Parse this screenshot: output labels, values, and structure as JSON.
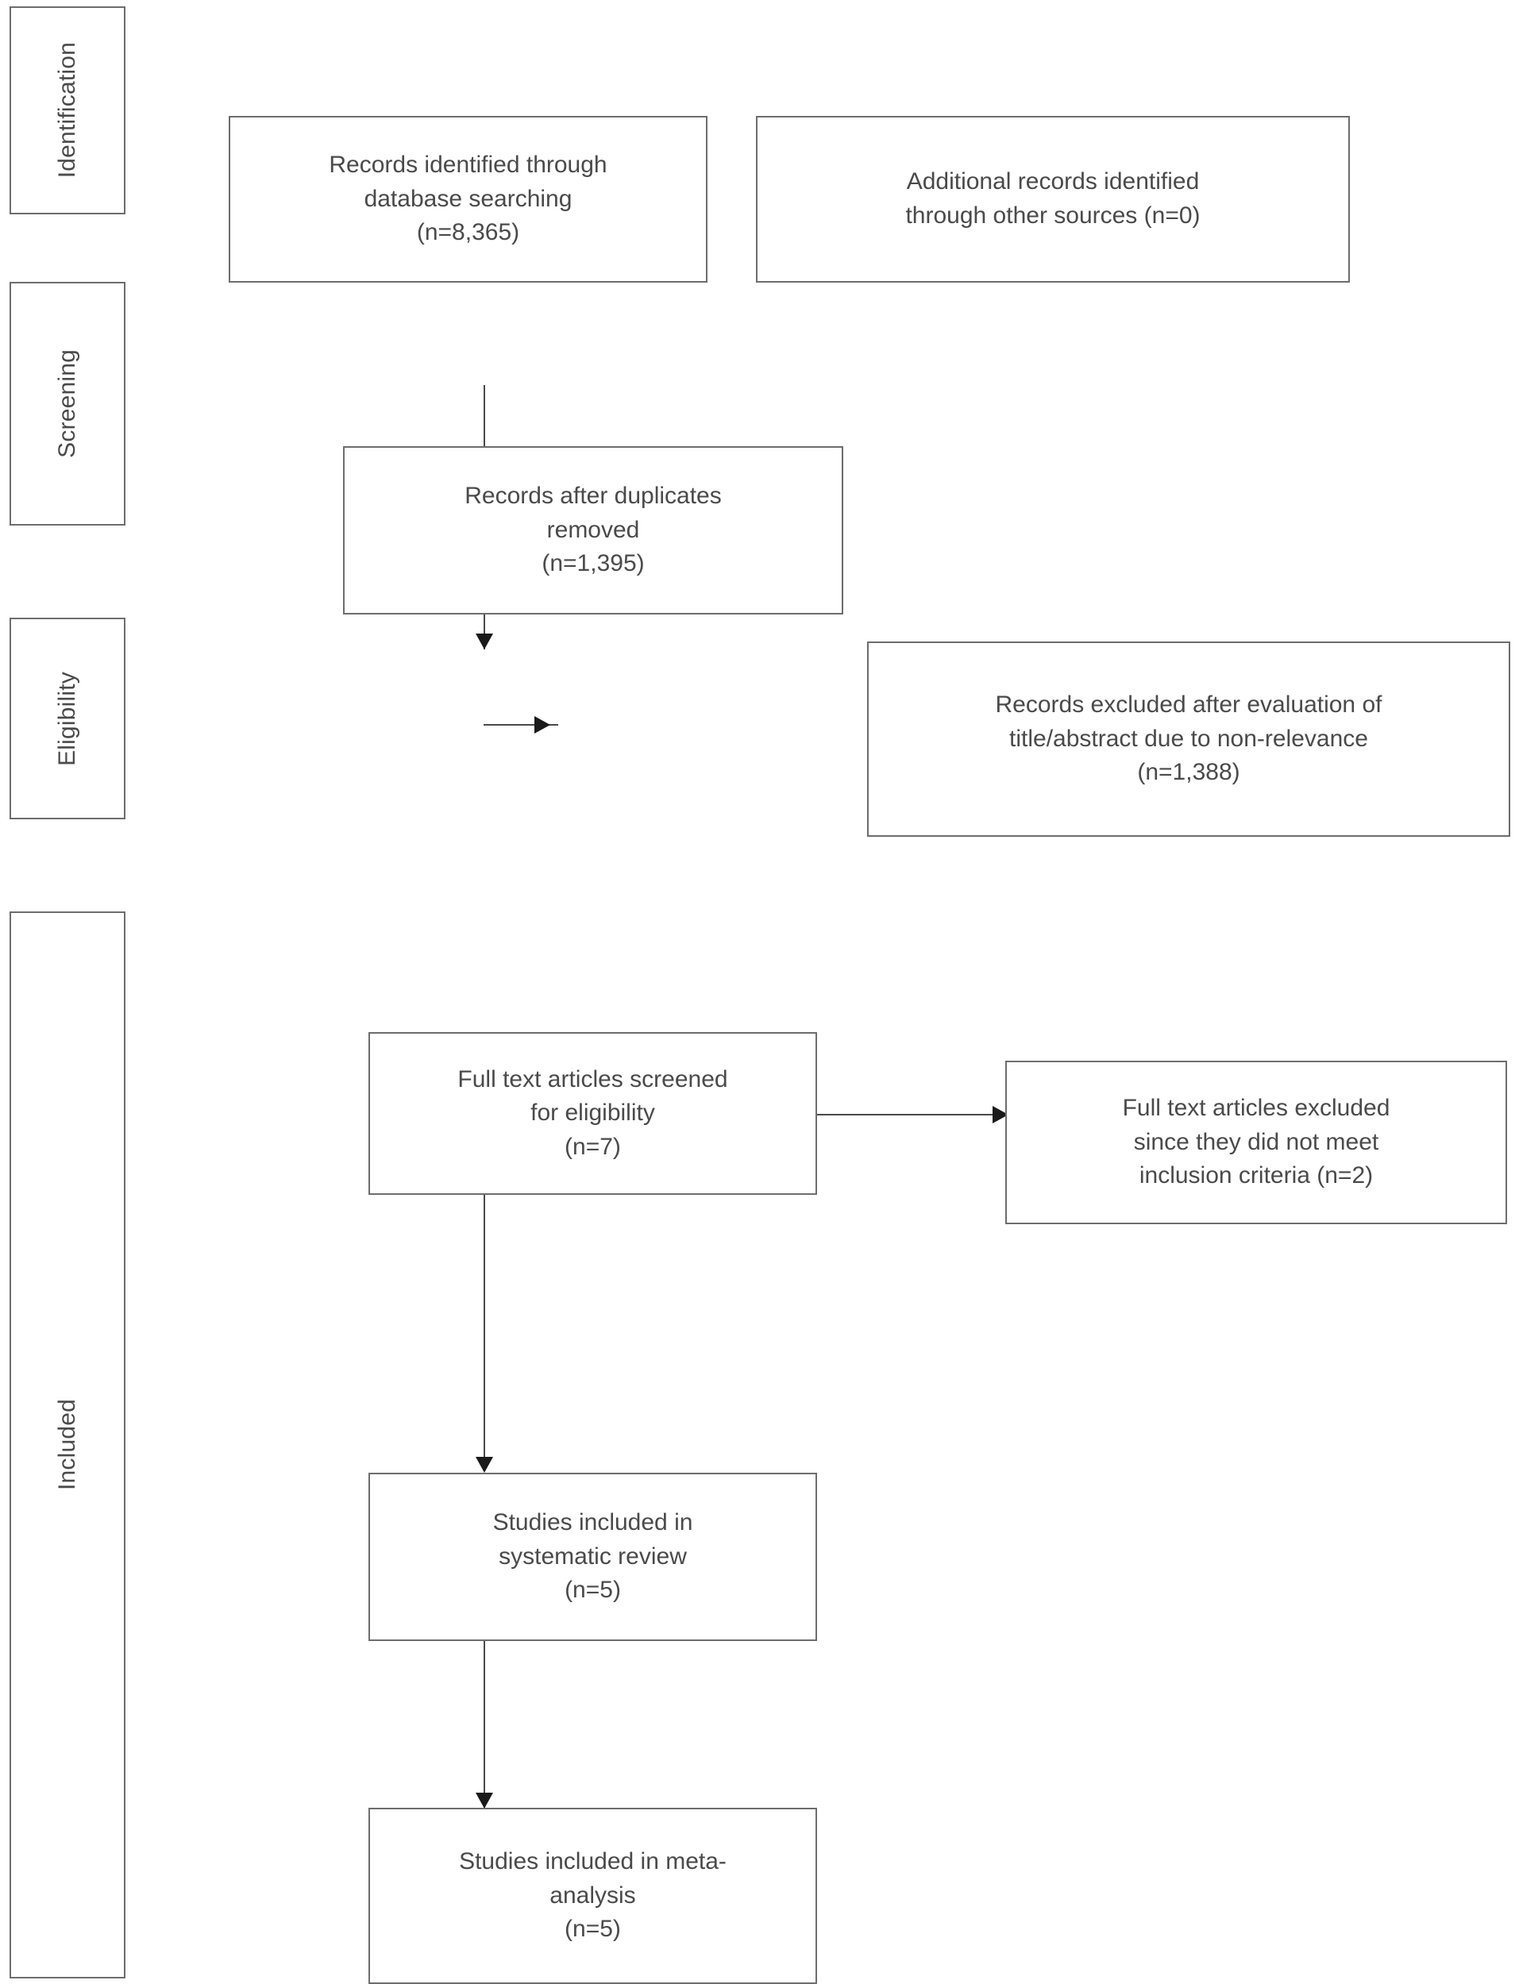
{
  "diagram": {
    "type": "prisma-flow-diagram",
    "title": "PRISMA study selection flow diagram",
    "line_color": "#6d6d6d",
    "text_color": "#4a4a4a",
    "arrow_color": "#1a1a1a",
    "background": "#ffffff"
  },
  "stages": [
    {
      "id": "identification",
      "label": "Identification"
    },
    {
      "id": "screening",
      "label": "Screening"
    },
    {
      "id": "eligibility",
      "label": "Eligibility"
    },
    {
      "id": "included",
      "label": "Included"
    }
  ],
  "nodes": {
    "database_records": {
      "text": "Records identified through\ndatabase searching\n(n=8,365)",
      "count": 8365,
      "stage": "identification"
    },
    "other_records": {
      "text": "Additional records identified\nthrough other sources (n=0)",
      "count": 0,
      "stage": "identification"
    },
    "after_duplicates": {
      "text": "Records after duplicates\nremoved\n(n=1,395)",
      "count": 1395,
      "stage": "screening"
    },
    "records_excluded": {
      "text": "Records excluded after evaluation of\ntitle/abstract due to non-relevance\n(n=1,388)",
      "count": 1388,
      "stage": "screening"
    },
    "fulltext_screened": {
      "text": "Full text articles screened\nfor eligibility\n(n=7)",
      "count": 7,
      "stage": "eligibility"
    },
    "fulltext_excluded": {
      "text": "Full text articles excluded\nsince they did not meet\ninclusion criteria (n=2)",
      "count": 2,
      "stage": "eligibility"
    },
    "systematic_review": {
      "text": "Studies included in\nsystematic review\n(n=5)",
      "count": 5,
      "stage": "included"
    },
    "meta_analysis": {
      "text": "Studies included in meta-\nanalysis\n(n=5)",
      "count": 5,
      "stage": "included"
    }
  },
  "chart_data": {
    "type": "diagram",
    "title": "PRISMA flow of information through the phases of the systematic review",
    "stages": [
      "Identification",
      "Screening",
      "Eligibility",
      "Included"
    ],
    "nodes": [
      {
        "id": "database_records",
        "stage": "Identification",
        "label": "Records identified through database searching",
        "n": 8365
      },
      {
        "id": "other_records",
        "stage": "Identification",
        "label": "Additional records identified through other sources",
        "n": 0
      },
      {
        "id": "after_duplicates",
        "stage": "Screening",
        "label": "Records after duplicates removed",
        "n": 1395
      },
      {
        "id": "records_excluded",
        "stage": "Screening",
        "label": "Records excluded after evaluation of title/abstract due to non-relevance",
        "n": 1388
      },
      {
        "id": "fulltext_screened",
        "stage": "Eligibility",
        "label": "Full text articles screened for eligibility",
        "n": 7
      },
      {
        "id": "fulltext_excluded",
        "stage": "Eligibility",
        "label": "Full text articles excluded since they did not meet inclusion criteria",
        "n": 2
      },
      {
        "id": "systematic_review",
        "stage": "Included",
        "label": "Studies included in systematic review",
        "n": 5
      },
      {
        "id": "meta_analysis",
        "stage": "Included",
        "label": "Studies included in meta-analysis",
        "n": 5
      }
    ],
    "edges": [
      {
        "from": "database_records",
        "to": "after_duplicates",
        "direction": "down"
      },
      {
        "from": "other_records",
        "to": "after_duplicates",
        "direction": "down"
      },
      {
        "from": "after_duplicates",
        "to": "records_excluded",
        "direction": "right"
      },
      {
        "from": "after_duplicates",
        "to": "fulltext_screened",
        "direction": "down"
      },
      {
        "from": "fulltext_screened",
        "to": "fulltext_excluded",
        "direction": "right"
      },
      {
        "from": "fulltext_screened",
        "to": "systematic_review",
        "direction": "down"
      },
      {
        "from": "systematic_review",
        "to": "meta_analysis",
        "direction": "down"
      }
    ]
  }
}
